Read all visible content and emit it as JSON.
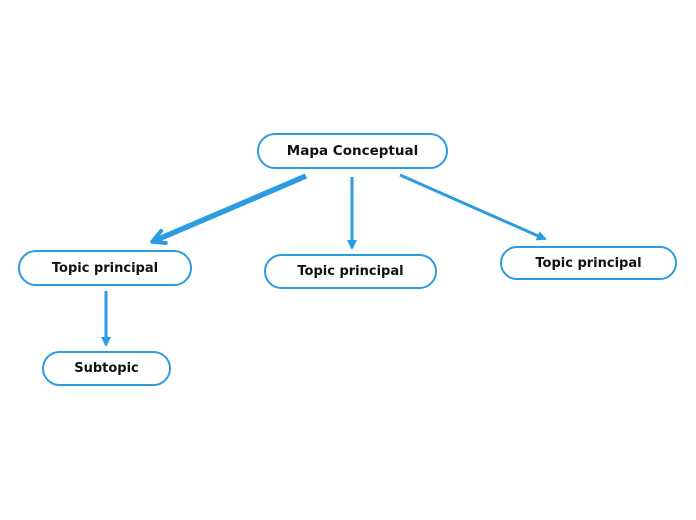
{
  "colors": {
    "accent": "#2b9ce0",
    "node_background": "#ffffff",
    "canvas_background": "#ffffff",
    "text": "#111111"
  },
  "diagram": {
    "type": "concept-map",
    "nodes": [
      {
        "id": "root",
        "label": "Mapa Conceptual",
        "level": "central-topic"
      },
      {
        "id": "topic-1",
        "label": "Topic principal",
        "level": "main-topic"
      },
      {
        "id": "topic-2",
        "label": "Topic principal",
        "level": "main-topic"
      },
      {
        "id": "topic-3",
        "label": "Topic principal",
        "level": "main-topic"
      },
      {
        "id": "subtopic-1",
        "label": "Subtopic",
        "level": "subtopic"
      }
    ],
    "edges": [
      {
        "from": "root",
        "to": "topic-1",
        "line": "thick",
        "arrowhead": "open"
      },
      {
        "from": "root",
        "to": "topic-2",
        "line": "thin",
        "arrowhead": "filled"
      },
      {
        "from": "root",
        "to": "topic-3",
        "line": "thin",
        "arrowhead": "filled"
      },
      {
        "from": "topic-1",
        "to": "subtopic-1",
        "line": "thin",
        "arrowhead": "filled"
      }
    ]
  }
}
